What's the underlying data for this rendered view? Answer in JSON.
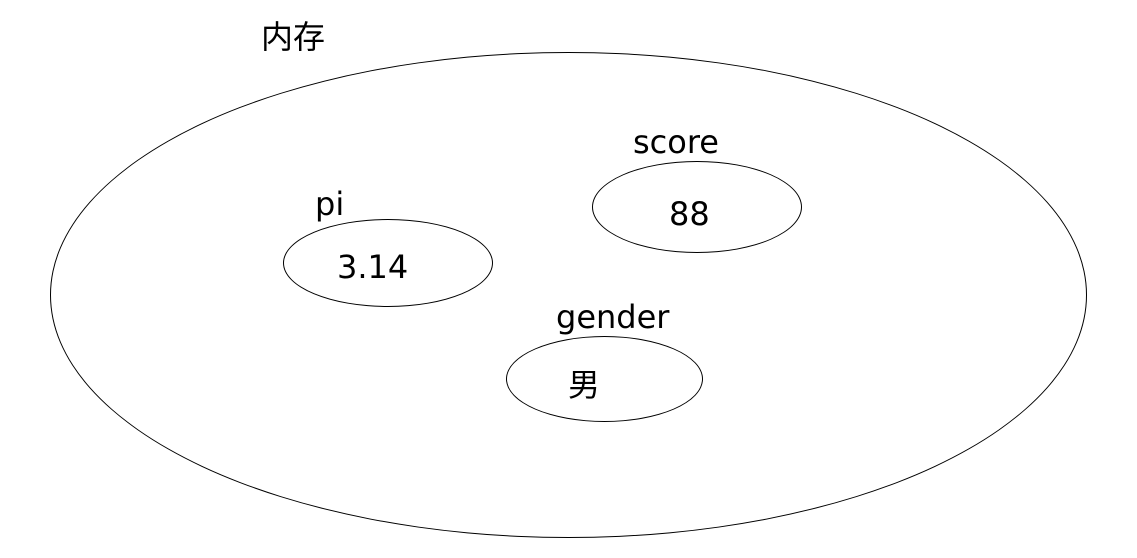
{
  "diagram": {
    "title": "内存",
    "variables": [
      {
        "name": "pi",
        "value": "3.14"
      },
      {
        "name": "score",
        "value": "88"
      },
      {
        "name": "gender",
        "value": "男"
      }
    ]
  },
  "colors": {
    "background": "#ffffff",
    "stroke": "#000000",
    "text": "#000000"
  }
}
